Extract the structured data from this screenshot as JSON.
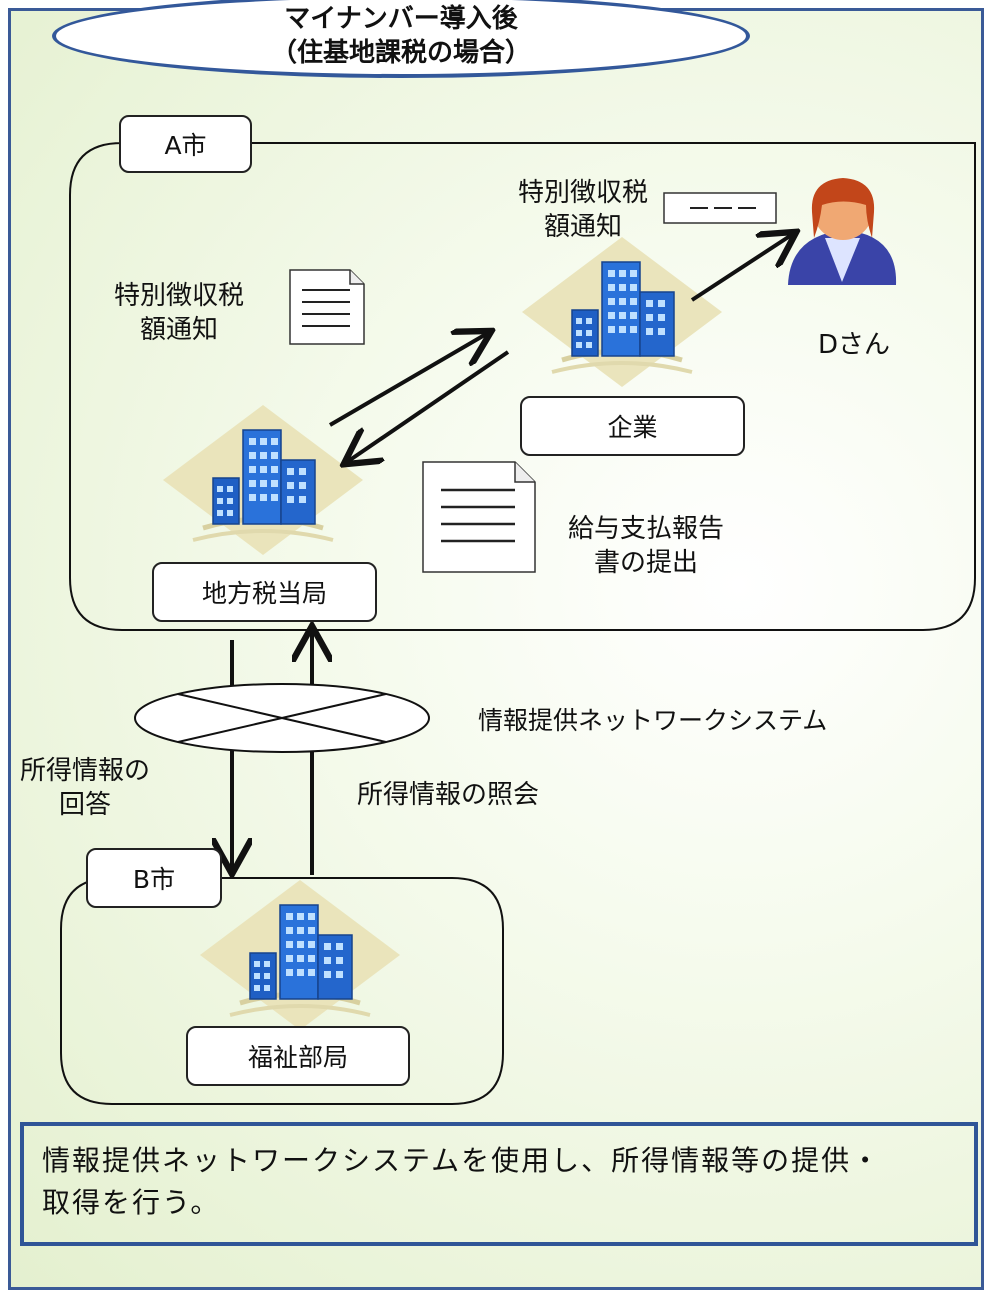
{
  "title": {
    "line1": "マイナンバー導入後",
    "line2": "（住基地課税の場合）"
  },
  "city_a": {
    "label": "A市"
  },
  "city_b": {
    "label": "B市"
  },
  "notice_left": {
    "line1": "特別徴収税",
    "line2": "額通知"
  },
  "notice_top": {
    "line1": "特別徴収税",
    "line2": "額通知"
  },
  "person": {
    "label": "Dさん",
    "icon": "person-icon"
  },
  "company": {
    "label": "企業"
  },
  "tax_office": {
    "label": "地方税当局"
  },
  "welfare": {
    "label": "福祉部局"
  },
  "salary_report": {
    "line1": "給与支払報告",
    "line2": "書の提出"
  },
  "network": {
    "label": "情報提供ネットワークシステム"
  },
  "income_answer": {
    "line1": "所得情報の",
    "line2": "回答"
  },
  "income_query": {
    "label": "所得情報の照会"
  },
  "footer_note": {
    "line1": "情報提供ネットワークシステムを使用し、所得情報等の提供・",
    "line2": "取得を行う。"
  },
  "colors": {
    "border": "#2f5597",
    "background": "#e4f0cf",
    "building": "#2c6fd4",
    "person_hair": "#c2461a",
    "person_body": "#3a44a8"
  }
}
